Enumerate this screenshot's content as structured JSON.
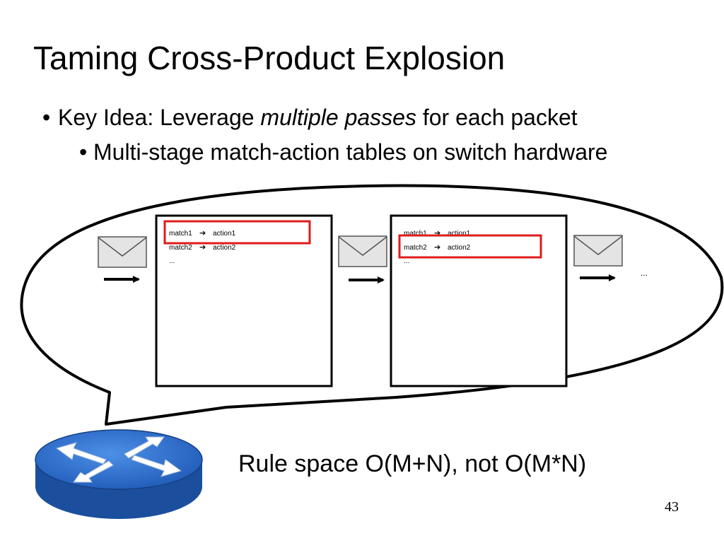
{
  "slide": {
    "title": "Taming Cross-Product Explosion",
    "bullets": [
      {
        "text_before": "Key Idea: Leverage ",
        "emphasis": "multiple passes",
        "text_after": " for each packet"
      },
      {
        "text": "Multi-stage match-action tables on switch hardware"
      }
    ],
    "bullet_glyph": "•",
    "note": "Rule space O(M+N), not O(M*N)",
    "page_number": "43"
  },
  "diagram": {
    "tables": [
      {
        "rows": [
          {
            "match": "match1",
            "action": "action1"
          },
          {
            "match": "match2",
            "action": "action2"
          },
          {
            "ellipsis": "..."
          }
        ],
        "highlighted_row": 1
      },
      {
        "rows": [
          {
            "match": "match1",
            "action": "action1"
          },
          {
            "match": "match2",
            "action": "action2"
          },
          {
            "ellipsis": "..."
          }
        ],
        "highlighted_row": 2
      }
    ],
    "trailing_ellipsis": "...",
    "arrow_glyph": "➔",
    "icons": [
      "envelope-icon",
      "router-icon",
      "arrow-right-icon"
    ],
    "colors": {
      "highlight": "#e01b1b",
      "router": "#2f6fd1"
    }
  }
}
